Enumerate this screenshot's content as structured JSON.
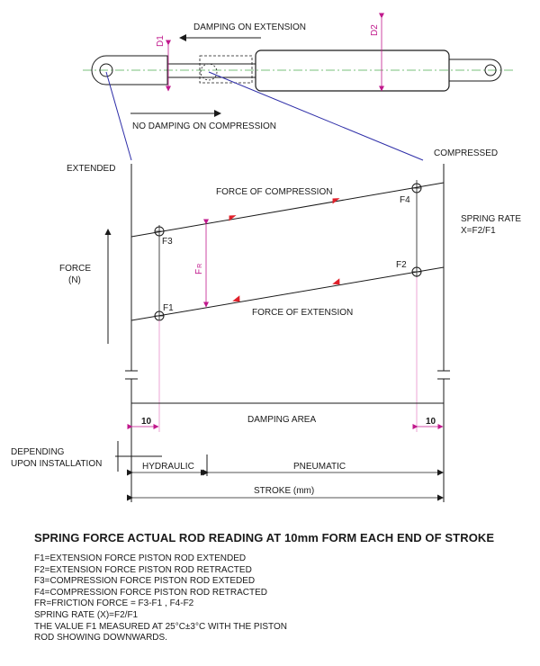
{
  "top_labels": {
    "damping_on_extension": "DAMPING ON EXTENSION",
    "no_damping_on_compression": "NO DAMPING ON COMPRESSION",
    "d1": "D1",
    "d2": "D2"
  },
  "chart_labels": {
    "extended": "EXTENDED",
    "compressed": "COMPRESSED",
    "force_of_compression": "FORCE OF COMPRESSION",
    "force_of_extension": "FORCE OF EXTENSION",
    "spring_rate_line1": "SPRING RATE",
    "spring_rate_line2": "X=F2/F1",
    "force_line1": "FORCE",
    "force_line2": "(N)",
    "f1": "F1",
    "f2": "F2",
    "f3": "F3",
    "f4": "F4",
    "fr_main": "F",
    "fr_sub": "R",
    "damping_area": "DAMPING AREA",
    "ten_left": "10",
    "ten_right": "10",
    "depending_line1": "DEPENDING",
    "depending_line2": "UPON INSTALLATION",
    "hydraulic": "HYDRAULIC",
    "pneumatic": "PNEUMATIC",
    "stroke": "STROKE (mm)"
  },
  "colors": {
    "ink": "#1a1a1a",
    "magenta": "#c0188c",
    "arrow_red": "#e0202a",
    "leader_blue": "#2e2ea8",
    "centerline_green": "#4caf50"
  },
  "heading": "SPRING FORCE ACTUAL ROD READING AT 10mm FORM EACH END OF STROKE",
  "notes": [
    "F1=EXTENSION FORCE PISTON ROD EXTENDED",
    "F2=EXTENSION FORCE PISTON ROD RETRACTED",
    "F3=COMPRESSION FORCE PISTON ROD EXTEDED",
    "F4=COMPRESSION FORCE PISTON ROD RETRACTED",
    "FR=FRICTION FORCE = F3-F1 , F4-F2",
    "SPRING RATE (X)=F2/F1",
    "THE VALUE F1 MEASURED AT 25°C±3°C WITH THE PISTON",
    "ROD SHOWING DOWNWARDS."
  ]
}
